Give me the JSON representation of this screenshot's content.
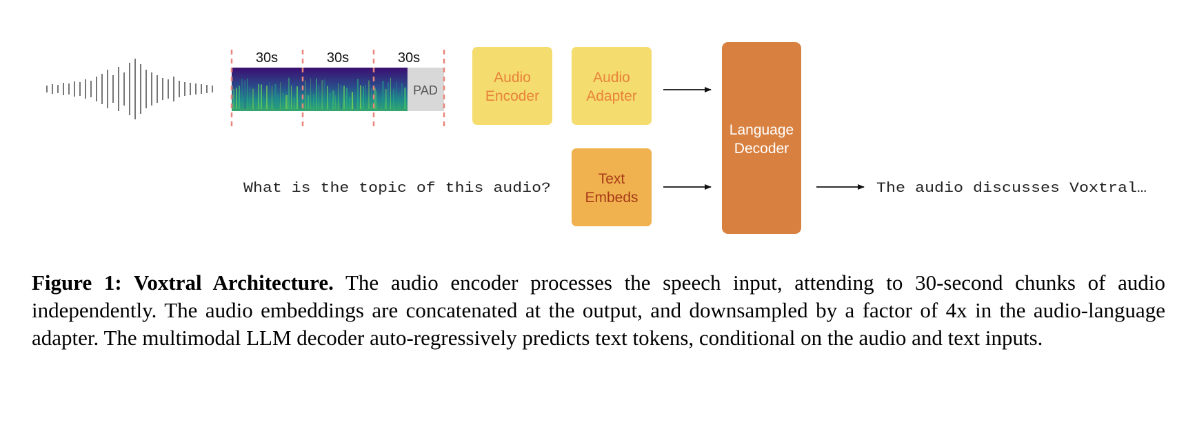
{
  "diagram": {
    "waveform_icon": "audio-waveform-icon",
    "chunk_labels": [
      "30s",
      "30s",
      "30s"
    ],
    "pad_label": "PAD",
    "audio_encoder": {
      "line1": "Audio",
      "line2": "Encoder"
    },
    "audio_adapter": {
      "line1": "Audio",
      "line2": "Adapter"
    },
    "text_embeds": {
      "line1": "Text",
      "line2": "Embeds"
    },
    "language_decoder": {
      "line1": "Language",
      "line2": "Decoder"
    },
    "input_prompt": "What is the topic of this audio?",
    "output_text": "The audio discusses Voxtral…",
    "colors": {
      "encoder_fill": "#F5DC6E",
      "encoder_text": "#E8823A",
      "text_embeds_fill": "#EFB24E",
      "text_embeds_text": "#A93A1A",
      "decoder_fill": "#D8803F",
      "decoder_text": "#FFFFFF",
      "chunk_divider": "#E8857C",
      "pad_fill": "#D8D8D8",
      "pad_text": "#555555"
    }
  },
  "caption": {
    "title": "Figure 1: Voxtral Architecture.",
    "body": " The audio encoder processes the speech input, attending to 30-second chunks of audio independently. The audio embeddings are concatenated at the output, and downsampled by a factor of 4x in the audio-language adapter.  The multimodal LLM decoder auto-regressively predicts text tokens, conditional on the audio and text inputs."
  }
}
